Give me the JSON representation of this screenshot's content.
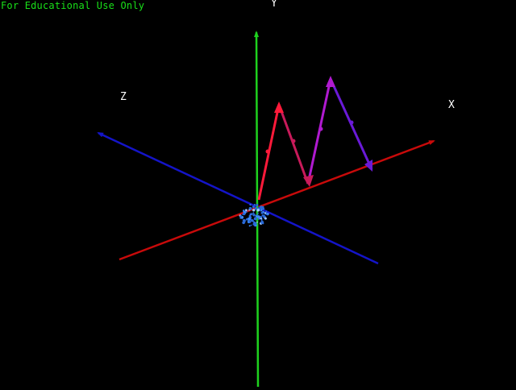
{
  "watermark": {
    "text": "For Educational Use Only",
    "color": "#19e019"
  },
  "scene": {
    "background": "#000000",
    "axes": [
      {
        "name": "x",
        "label": "X",
        "color": "#c80a0a"
      },
      {
        "name": "y",
        "label": "Y",
        "color": "#1ed21e"
      },
      {
        "name": "z",
        "label": "Z",
        "color": "#1414c8"
      }
    ],
    "label_color": "#ffffff",
    "vector_path": {
      "segment_colors": [
        "#ff1a3a",
        "#c81a5a",
        "#b01ad0",
        "#6a1ad8"
      ]
    },
    "cluster_color": "#2a6ad8"
  }
}
